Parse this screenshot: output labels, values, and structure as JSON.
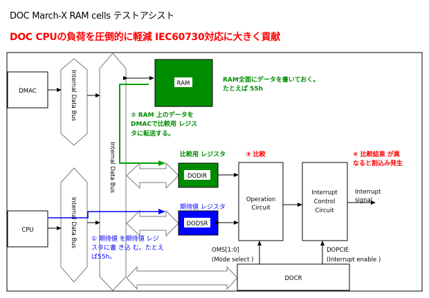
{
  "header": {
    "title": "DOC March-X RAM cells テストアシスト",
    "subtitle": "DOC CPUの負荷を圧倒的に軽減  IEC60730対応に大きく貢献"
  },
  "colors": {
    "ram_green": "#008c00",
    "dodsr_blue": "#0000ff",
    "annotation_red": "#ff0000",
    "annotation_green": "#008c00",
    "annotation_blue": "#0000ff"
  },
  "blocks": {
    "dmac": "DMAC",
    "cpu": "CPU",
    "ram": "RAM",
    "dodir": "DODIR",
    "dodsr": "DODSR",
    "operation_circuit": [
      "Operation",
      "Circuit"
    ],
    "interrupt_control_circuit": [
      "Interrupt",
      "Control",
      "Circuit"
    ],
    "docr": "DOCR"
  },
  "buses": {
    "bus_upper_left": "Internal Data Bus",
    "bus_lower_left": "Internal Data Bus",
    "bus_main": "Internal Data Bus"
  },
  "signals": {
    "interrupt_signal": [
      "Interrupt",
      "signal"
    ],
    "oms": [
      "OMS[1:0]",
      "(Mode select )"
    ],
    "dopcie": [
      "DOPCIE",
      "(Interrupt enable  )"
    ]
  },
  "register_labels": {
    "compare_register": "比較用 レジスタ",
    "expected_register": "期待値 レジスタ"
  },
  "annotations": {
    "step1": [
      "① 期待値 を期待値 レジ",
      "スタに書 き込 む。たとえ",
      "ば55h。"
    ],
    "step_ram": [
      "RAM全面にデータを書いておく。",
      "たとえば 55h"
    ],
    "step2": [
      "② RAM 上のデータを",
      "DMACで比較用 レジス",
      "タに転送する。"
    ],
    "step3": "③ 比較",
    "step4": [
      "④ 比較結果 が異",
      "なると割込み発生"
    ]
  }
}
